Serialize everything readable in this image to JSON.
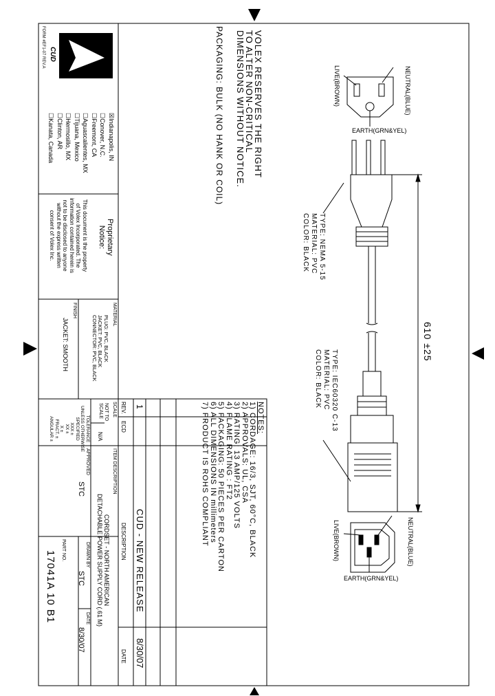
{
  "reserve_note": [
    "VOLEX RESERVES THE RIGHT",
    "TO ALTER NON-CRITICAL",
    "DIMENSIONS WITHOUT NOTICE."
  ],
  "packaging_note": "PACKAGING: BULK (NO HANK OR COIL)",
  "plug": {
    "neutral": "NEUTRAL(BLUE)",
    "live": "LIVE(BROWN)",
    "earth": "EARTH(GRN&YEL)",
    "spec": [
      "TYPE: NEMA 5-15",
      "MATERIAL: PVC",
      "COLOR: BLACK"
    ]
  },
  "connector": {
    "neutral": "NEUTRAL(BLUE)",
    "live": "LIVE(BROWN)",
    "earth": "EARTH(GRN&YEL)",
    "spec": [
      "TYPE: IEC60320 C-13",
      "MATERIAL: PVC",
      "COLOR: BLACK"
    ]
  },
  "dimension": "610 ±25",
  "notes": {
    "heading": "NOTES:",
    "items": [
      "1) CORDAGE: 16/3, SJT, 60°C, BLACK",
      "2) APPROVALS: UL, CSA",
      "3) RATING: 13 AMP/125 VOLTS",
      "4) FLAME RATING : FT2",
      "5) PACKAGING: 50 PIECES PER CARTON",
      "6) ALL DIMENSIONS IN millimeters",
      "7) PRODUCT IS ROHS COMPLIANT"
    ]
  },
  "company": {
    "logo_text": "Volex",
    "code": "CUD",
    "form": "FORM #EF1-07 REV.A"
  },
  "locations": [
    {
      "box": "☒",
      "name": "Indianapolis, IN"
    },
    {
      "box": "☐",
      "name": "Conover, N.C."
    },
    {
      "box": "☐",
      "name": "Freemont, CA"
    },
    {
      "box": "☐",
      "name": "Aguascalientes, MX"
    },
    {
      "box": "☐",
      "name": "Tijuana, Mexico"
    },
    {
      "box": "☐",
      "name": "Hermosillo, MX"
    },
    {
      "box": "☐",
      "name": "Clinton, AR"
    },
    {
      "box": "☐",
      "name": "Kanata, Canada"
    }
  ],
  "proprietary": {
    "title": [
      "Proprietary",
      "Notice:"
    ],
    "body": [
      "This document is the property",
      "of Volex Incorporated. The",
      "information contained herein is",
      "not to be disclosed to anyone",
      "without the express written",
      "consent of Volex Inc."
    ]
  },
  "material": {
    "label": "MATERIAL",
    "lines": [
      "PLUG: PVC, BLACK",
      "JACKET: PVC, BLACK",
      "CONNECTOR: PVC, BLACK"
    ],
    "finish_label": "FINISH",
    "finish": "JACKET: SMOOTH"
  },
  "title_block": {
    "rev_label": "REV.",
    "ecd_label": "ECD",
    "description_label": "DESCRIPTION",
    "date_label": "DATE",
    "rev": "1",
    "ecd": "",
    "description": "CUD - NEW RELEASE",
    "date": "8/30/07",
    "scale_label": "SCALE",
    "scale": "NOT TO SCALE",
    "na": "N/A",
    "tolerance": [
      "TOLERANCE",
      "UNLESS OTHERWISE",
      "SPECIFIED",
      "XXX ±",
      "XX ±",
      "X ±",
      "FRACT. ±",
      "ANGULAR ±"
    ],
    "item_desc_label": "ITEM DESCRIPTION",
    "item_desc": [
      "CORDSET - NORTH AMERICAN",
      "DETACHABLE POWER SUPPLY CORD (.61 M)"
    ],
    "approved_label": "APPROVED",
    "approved": "STC",
    "drawn_label": "DRAWN BY",
    "drawn": "STC",
    "date2_label": "DATE",
    "date2": "8/30/07",
    "part_label": "PART NO.",
    "part": "17041A 10 B1"
  }
}
